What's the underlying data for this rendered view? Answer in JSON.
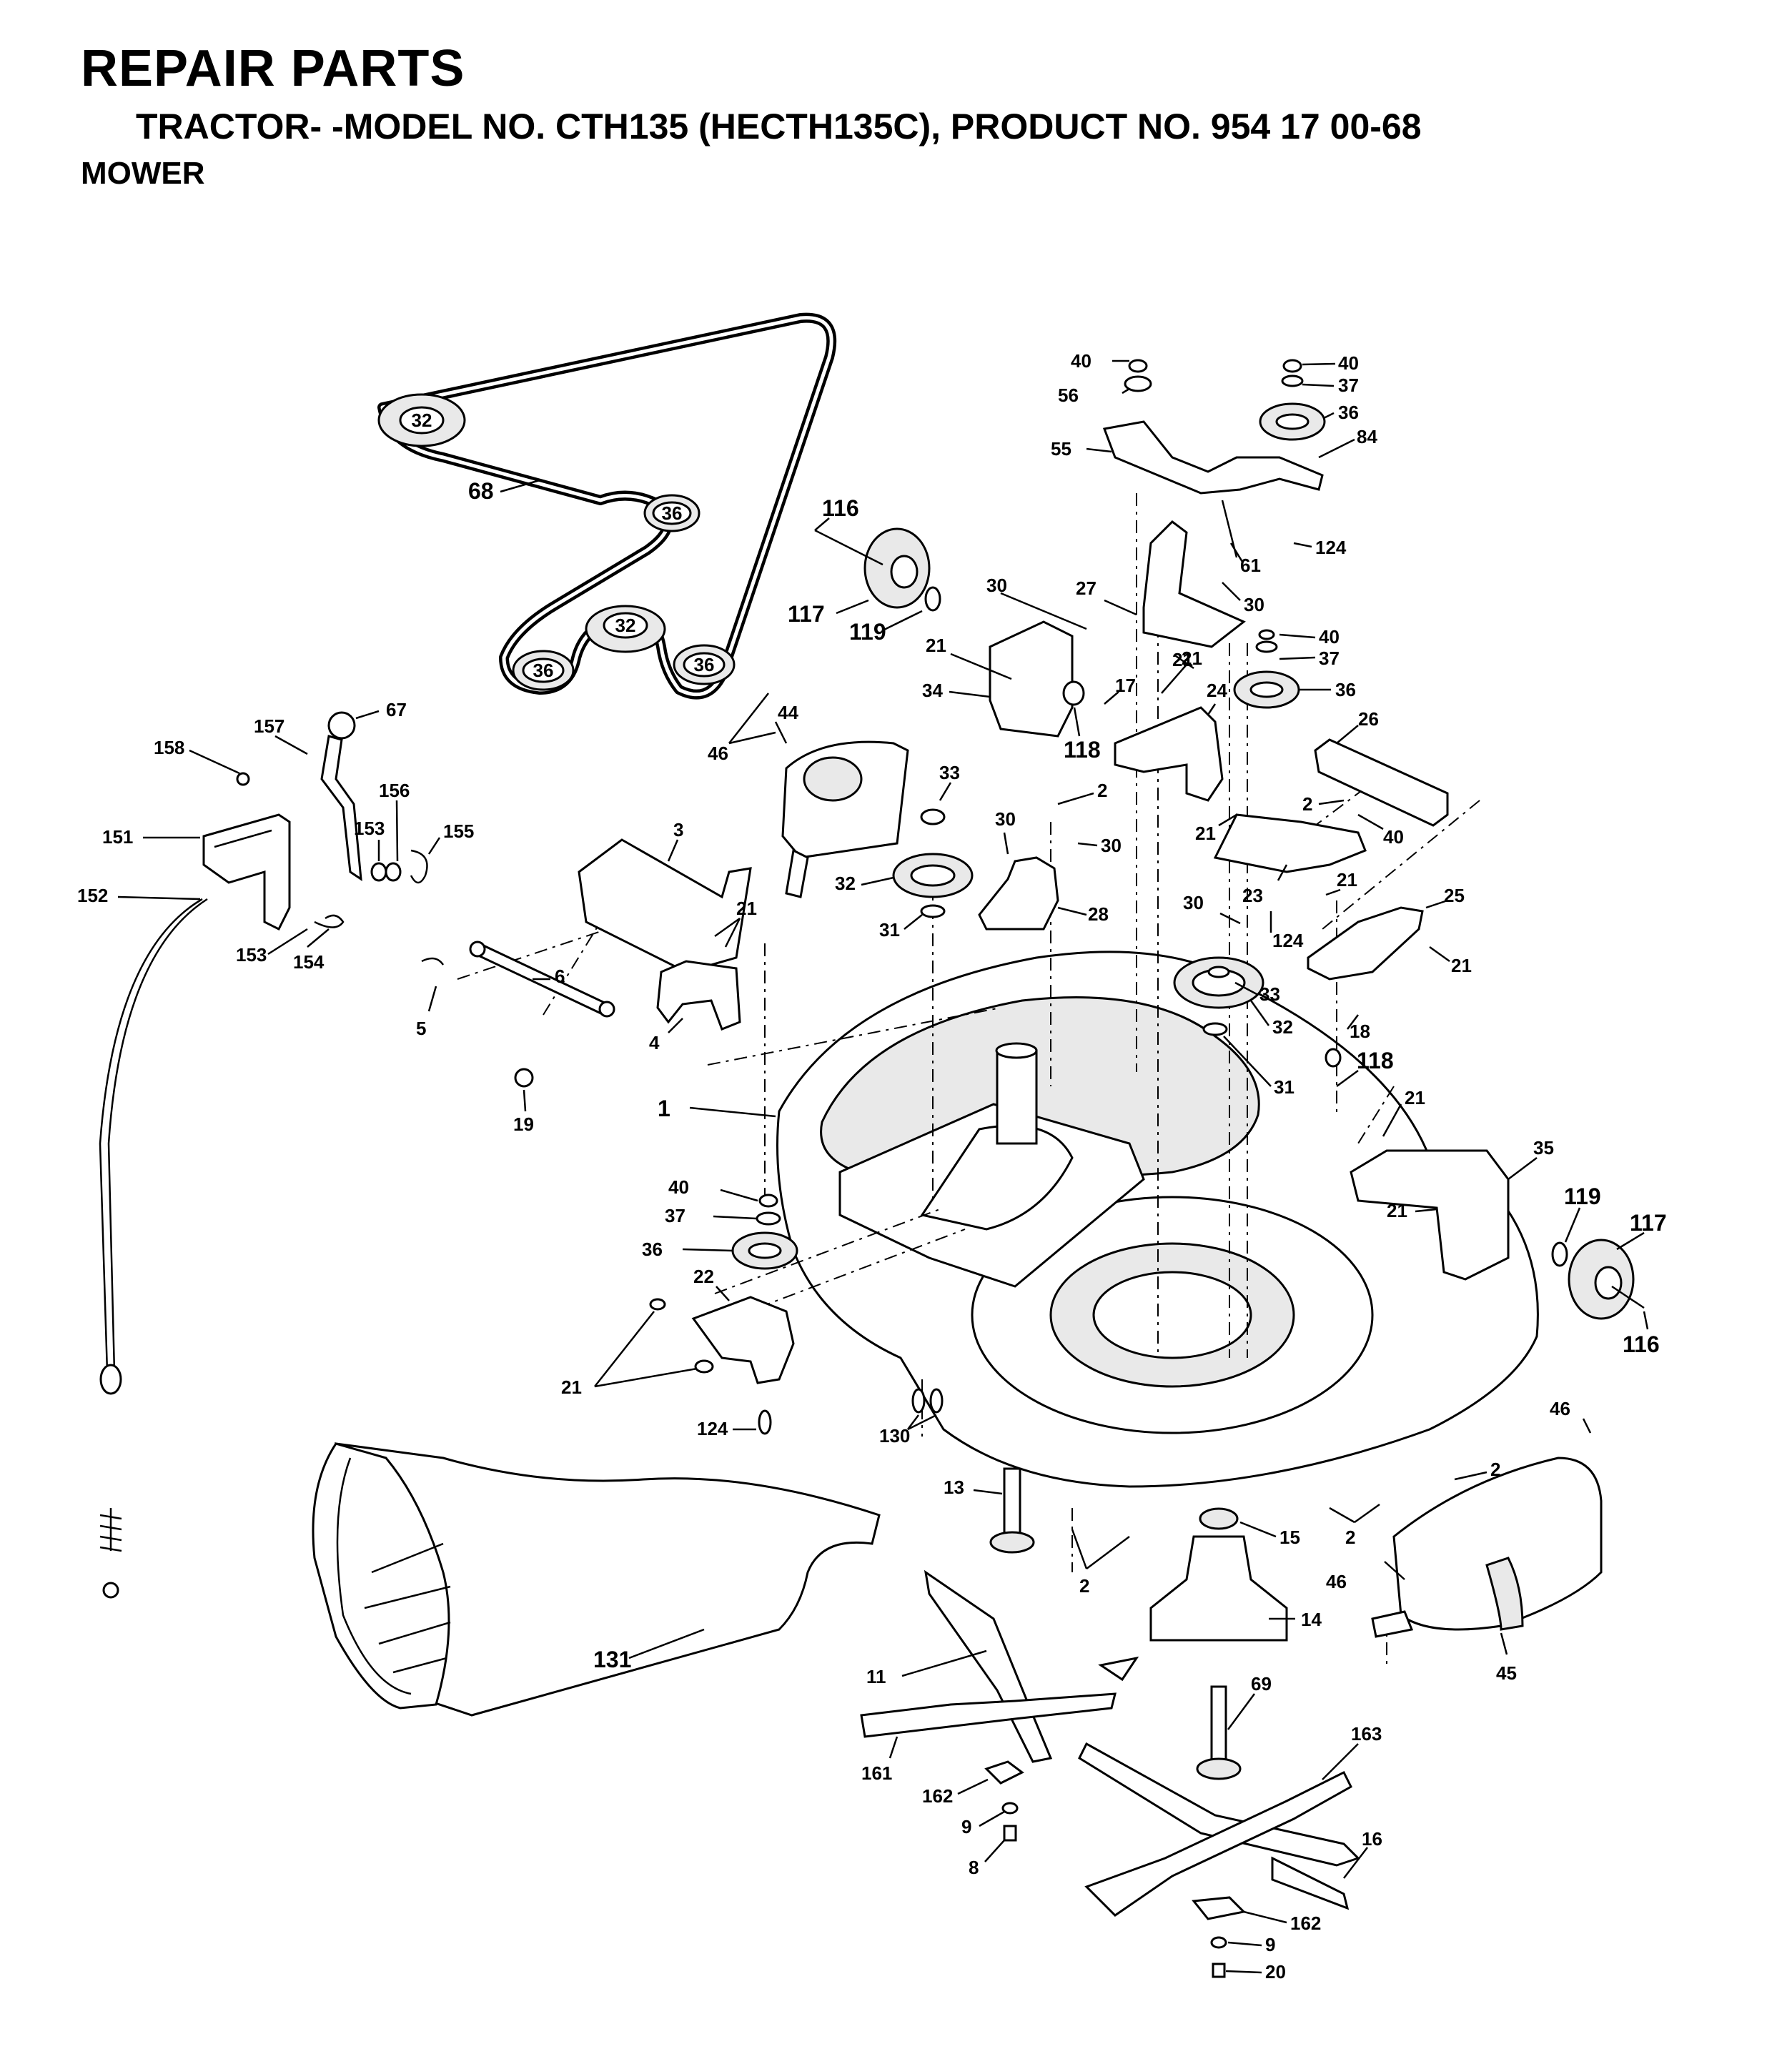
{
  "header": {
    "title": "REPAIR PARTS",
    "subtitle": "TRACTOR- -MODEL NO. CTH135 (HECTH135C), PRODUCT NO. 954 17 00-68",
    "section": "MOWER"
  },
  "belt_labels": {
    "pulley_top_left": "32",
    "pulley_center": "32",
    "idler_upper": "36",
    "idler_lower_left": "36",
    "idler_lower_right": "36"
  },
  "callouts": {
    "c1": "1",
    "c2a": "2",
    "c2b": "2",
    "c2c": "2",
    "c2d": "2",
    "c2e": "2",
    "c3": "3",
    "c4": "4",
    "c5": "5",
    "c6": "6",
    "c8": "8",
    "c9a": "9",
    "c9b": "9",
    "c11": "11",
    "c13": "13",
    "c14": "14",
    "c15": "15",
    "c16": "16",
    "c17": "17",
    "c18": "18",
    "c19": "19",
    "c20": "20",
    "c21a": "21",
    "c21b": "21",
    "c21c": "21",
    "c21d": "21",
    "c21e": "21",
    "c21f": "21",
    "c21g": "21",
    "c21h": "21",
    "c21i": "21",
    "c22": "22",
    "c23": "23",
    "c24": "24",
    "c25": "25",
    "c26": "26",
    "c27": "27",
    "c28": "28",
    "c30a": "30",
    "c30b": "30",
    "c30c": "30",
    "c30d": "30",
    "c30e": "30",
    "c31a": "31",
    "c31b": "31",
    "c32a": "32",
    "c32b": "32",
    "c33a": "33",
    "c33b": "33",
    "c34": "34",
    "c35": "35",
    "c36a": "36",
    "c36b": "36",
    "c36c": "36",
    "c37a": "37",
    "c37b": "37",
    "c37c": "37",
    "c40a": "40",
    "c40b": "40",
    "c40c": "40",
    "c40d": "40",
    "c40e": "40",
    "c44": "44",
    "c45": "45",
    "c46a": "46",
    "c46b": "46",
    "c46c": "46",
    "c55": "55",
    "c56": "56",
    "c61": "61",
    "c67": "67",
    "c68": "68",
    "c69": "69",
    "c84": "84",
    "c116a": "116",
    "c116b": "116",
    "c117a": "117",
    "c117b": "117",
    "c118a": "118",
    "c118b": "118",
    "c119a": "119",
    "c119b": "119",
    "c124a": "124",
    "c124b": "124",
    "c124c": "124",
    "c130": "130",
    "c131": "131",
    "c151": "151",
    "c152": "152",
    "c153a": "153",
    "c153b": "153",
    "c154": "154",
    "c155": "155",
    "c156": "156",
    "c157": "157",
    "c158": "158",
    "c161": "161",
    "c162a": "162",
    "c162b": "162",
    "c163": "163"
  }
}
